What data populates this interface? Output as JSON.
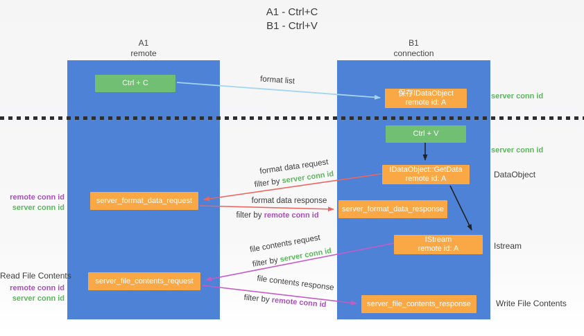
{
  "title": {
    "line1": "A1 - Ctrl+C",
    "line2": "B1 - Ctrl+V"
  },
  "lanes": {
    "left": {
      "title": "A1",
      "subtitle": "remote"
    },
    "right": {
      "title": "B1",
      "subtitle": "connection"
    }
  },
  "nodes": {
    "ctrl_c": {
      "label": "Ctrl + C"
    },
    "save_idataobject": {
      "line1": "保存IDataObject",
      "line2": "remote id: A"
    },
    "ctrl_v": {
      "label": "Ctrl + V"
    },
    "idataobject_getdata": {
      "line1": "IDataObject::GetData",
      "line2": "remote id: A"
    },
    "server_format_data_request": {
      "label": "server_format_data_request"
    },
    "server_format_data_response": {
      "label": "server_format_data_response"
    },
    "istream": {
      "line1": "IStream",
      "line2": "remote id: A"
    },
    "server_file_contents_request": {
      "label": "server_file_contents_request"
    },
    "server_file_contents_response": {
      "label": "server_file_contents_response"
    }
  },
  "arrow_labels": {
    "format_list": "format list",
    "format_data_request": "format data request",
    "format_data_response": "format data response",
    "file_contents_request": "file contents request",
    "file_contents_response": "file contents response",
    "filter_by": "filter by",
    "server_conn_id": "server conn id",
    "remote_conn_id": "remote conn id"
  },
  "side_labels": {
    "server_conn_id_top": "server conn id",
    "server_conn_id_mid": "server conn id",
    "dataobject": "DataObject",
    "istream": "Istream",
    "read_file_contents": "Read File Contents",
    "write_file_contents": "Write File Contents",
    "remote_conn_id": "remote conn id",
    "server_conn_id": "server conn id"
  },
  "colors": {
    "lane_blue": "#4d82d7",
    "box_green": "#71bf73",
    "box_orange": "#f9a845",
    "arrow_lightblue": "#a5d5f0",
    "arrow_red": "#ee6660",
    "arrow_magenta": "#c55cc5",
    "arrow_black": "#222222",
    "text_dark": "#3c3c3c",
    "text_green": "#5bb75b",
    "text_purple": "#a84fb8"
  }
}
